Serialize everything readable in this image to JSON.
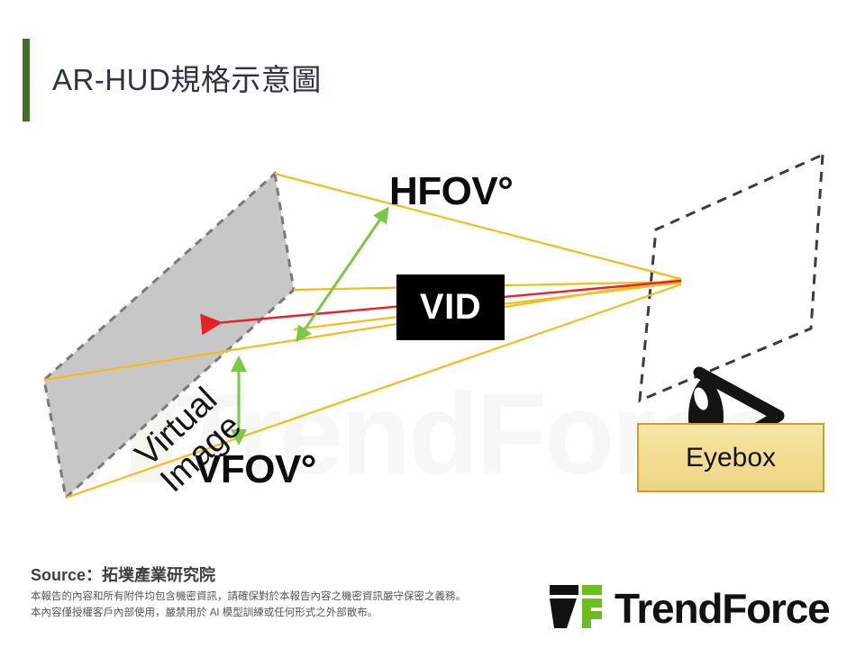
{
  "page": {
    "title": "AR-HUD規格示意圖",
    "accent_green": "#3e7026"
  },
  "diagram": {
    "virtual_image": {
      "line1": "Virtual",
      "line2": "Image",
      "fill_color": "#c4c4c4",
      "border_color": "#7a7a7a",
      "border_style": "dashed"
    },
    "vid_box": {
      "label": "VID",
      "background": "#000000",
      "text_color": "#ffffff"
    },
    "hfov_label": "HFOV°",
    "vfov_label": "VFOV°",
    "eyebox": {
      "label": "Eyebox",
      "background": "#f3dd92",
      "border_color": "#c8a02a"
    },
    "eye_icon_name": "eye-icon",
    "ray_color": "#f5bc18",
    "measure_arrow_color": "#7ac943",
    "vid_arrow_color": "#e8202a",
    "watermark_text": "TrendForce"
  },
  "footer": {
    "source": "Source：拓墣產業研究院",
    "disclaimer_line1": "本報告的內容和所有附件均包含機密資訊，請確保對於本報告內容之機密資訊嚴守保密之義務。",
    "disclaimer_line2": "本內容僅授權客戶內部使用，嚴禁用於 AI 模型訓練或任何形式之外部散布。",
    "brand": "TrendForce",
    "brand_green": "#6cbe1e"
  }
}
